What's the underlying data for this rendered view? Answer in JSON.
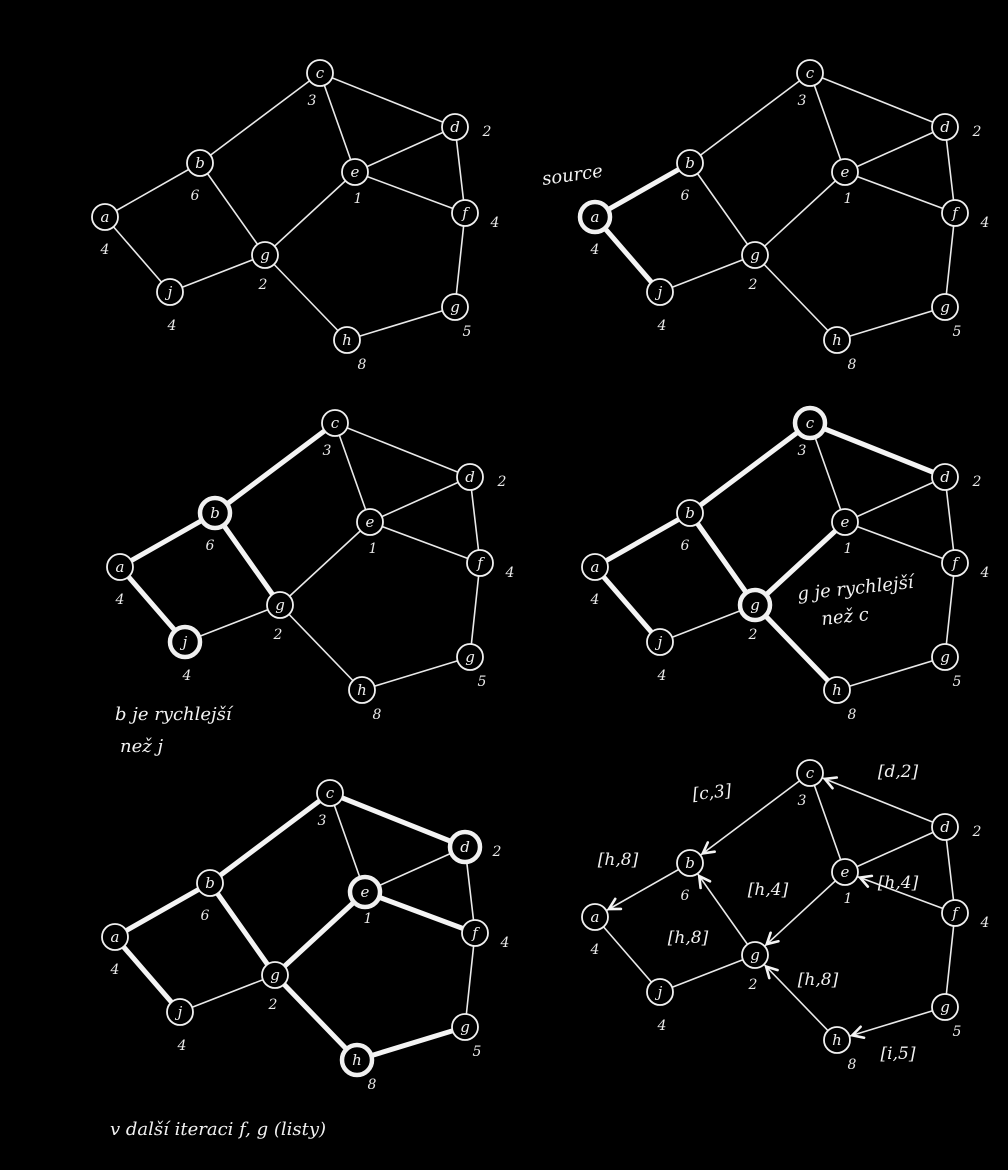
{
  "nodes": [
    "a",
    "b",
    "c",
    "d",
    "e",
    "f",
    "g",
    "h",
    "i",
    "j"
  ],
  "node_labels": {
    "a": "a",
    "b": "b",
    "c": "c",
    "d": "d",
    "e": "e",
    "f": "f",
    "g": "g",
    "h": "h",
    "i": "g",
    "j": "j"
  },
  "weights": {
    "a": "4",
    "b": "6",
    "c": "3",
    "d": "2",
    "e": "1",
    "f": "4",
    "g": "5",
    "h": "8",
    "i": "2",
    "j": "4"
  },
  "edges": [
    [
      "a",
      "b"
    ],
    [
      "a",
      "j"
    ],
    [
      "b",
      "c"
    ],
    [
      "b",
      "i"
    ],
    [
      "c",
      "e"
    ],
    [
      "c",
      "d"
    ],
    [
      "d",
      "e"
    ],
    [
      "d",
      "f"
    ],
    [
      "e",
      "i"
    ],
    [
      "e",
      "f"
    ],
    [
      "f",
      "g"
    ],
    [
      "g",
      "h"
    ],
    [
      "h",
      "i"
    ],
    [
      "i",
      "j"
    ]
  ],
  "panels": [
    {
      "name": "panel-1",
      "highlight_nodes": [],
      "thick_edges": []
    },
    {
      "name": "panel-2",
      "highlight_nodes": [
        "a"
      ],
      "thick_edges": [
        [
          "a",
          "b"
        ],
        [
          "a",
          "j"
        ]
      ]
    },
    {
      "name": "panel-3",
      "highlight_nodes": [
        "b",
        "j"
      ],
      "thick_edges": [
        [
          "a",
          "b"
        ],
        [
          "a",
          "j"
        ],
        [
          "b",
          "c"
        ],
        [
          "b",
          "i"
        ]
      ]
    },
    {
      "name": "panel-4",
      "highlight_nodes": [
        "c",
        "i"
      ],
      "thick_edges": [
        [
          "a",
          "b"
        ],
        [
          "a",
          "j"
        ],
        [
          "b",
          "c"
        ],
        [
          "b",
          "i"
        ],
        [
          "c",
          "d"
        ],
        [
          "i",
          "e"
        ],
        [
          "i",
          "h"
        ]
      ]
    },
    {
      "name": "panel-5",
      "highlight_nodes": [
        "d",
        "e",
        "h"
      ],
      "thick_edges": [
        [
          "a",
          "b"
        ],
        [
          "a",
          "j"
        ],
        [
          "b",
          "c"
        ],
        [
          "b",
          "i"
        ],
        [
          "c",
          "d"
        ],
        [
          "i",
          "e"
        ],
        [
          "i",
          "h"
        ],
        [
          "e",
          "f"
        ],
        [
          "h",
          "g"
        ]
      ]
    },
    {
      "name": "panel-6",
      "highlight_nodes": [],
      "thick_edges": []
    }
  ],
  "annotations": {
    "source": "source",
    "p3_note_line1": "b je rychlejší",
    "p3_note_line2": "než j",
    "p4_note_line1": "g je rychlejší",
    "p4_note_line2": "než c",
    "p5_note": "v další iteraci f, g (listy)"
  },
  "tags": {
    "c_b": "[c,3]",
    "d_c": "[d,2]",
    "b_a": "[h,8]",
    "e_g": "[h,4]",
    "f_e": "[h,4]",
    "g_b": "[h,8]",
    "h_g": "[h,8]",
    "g_h": "[i,5]"
  }
}
